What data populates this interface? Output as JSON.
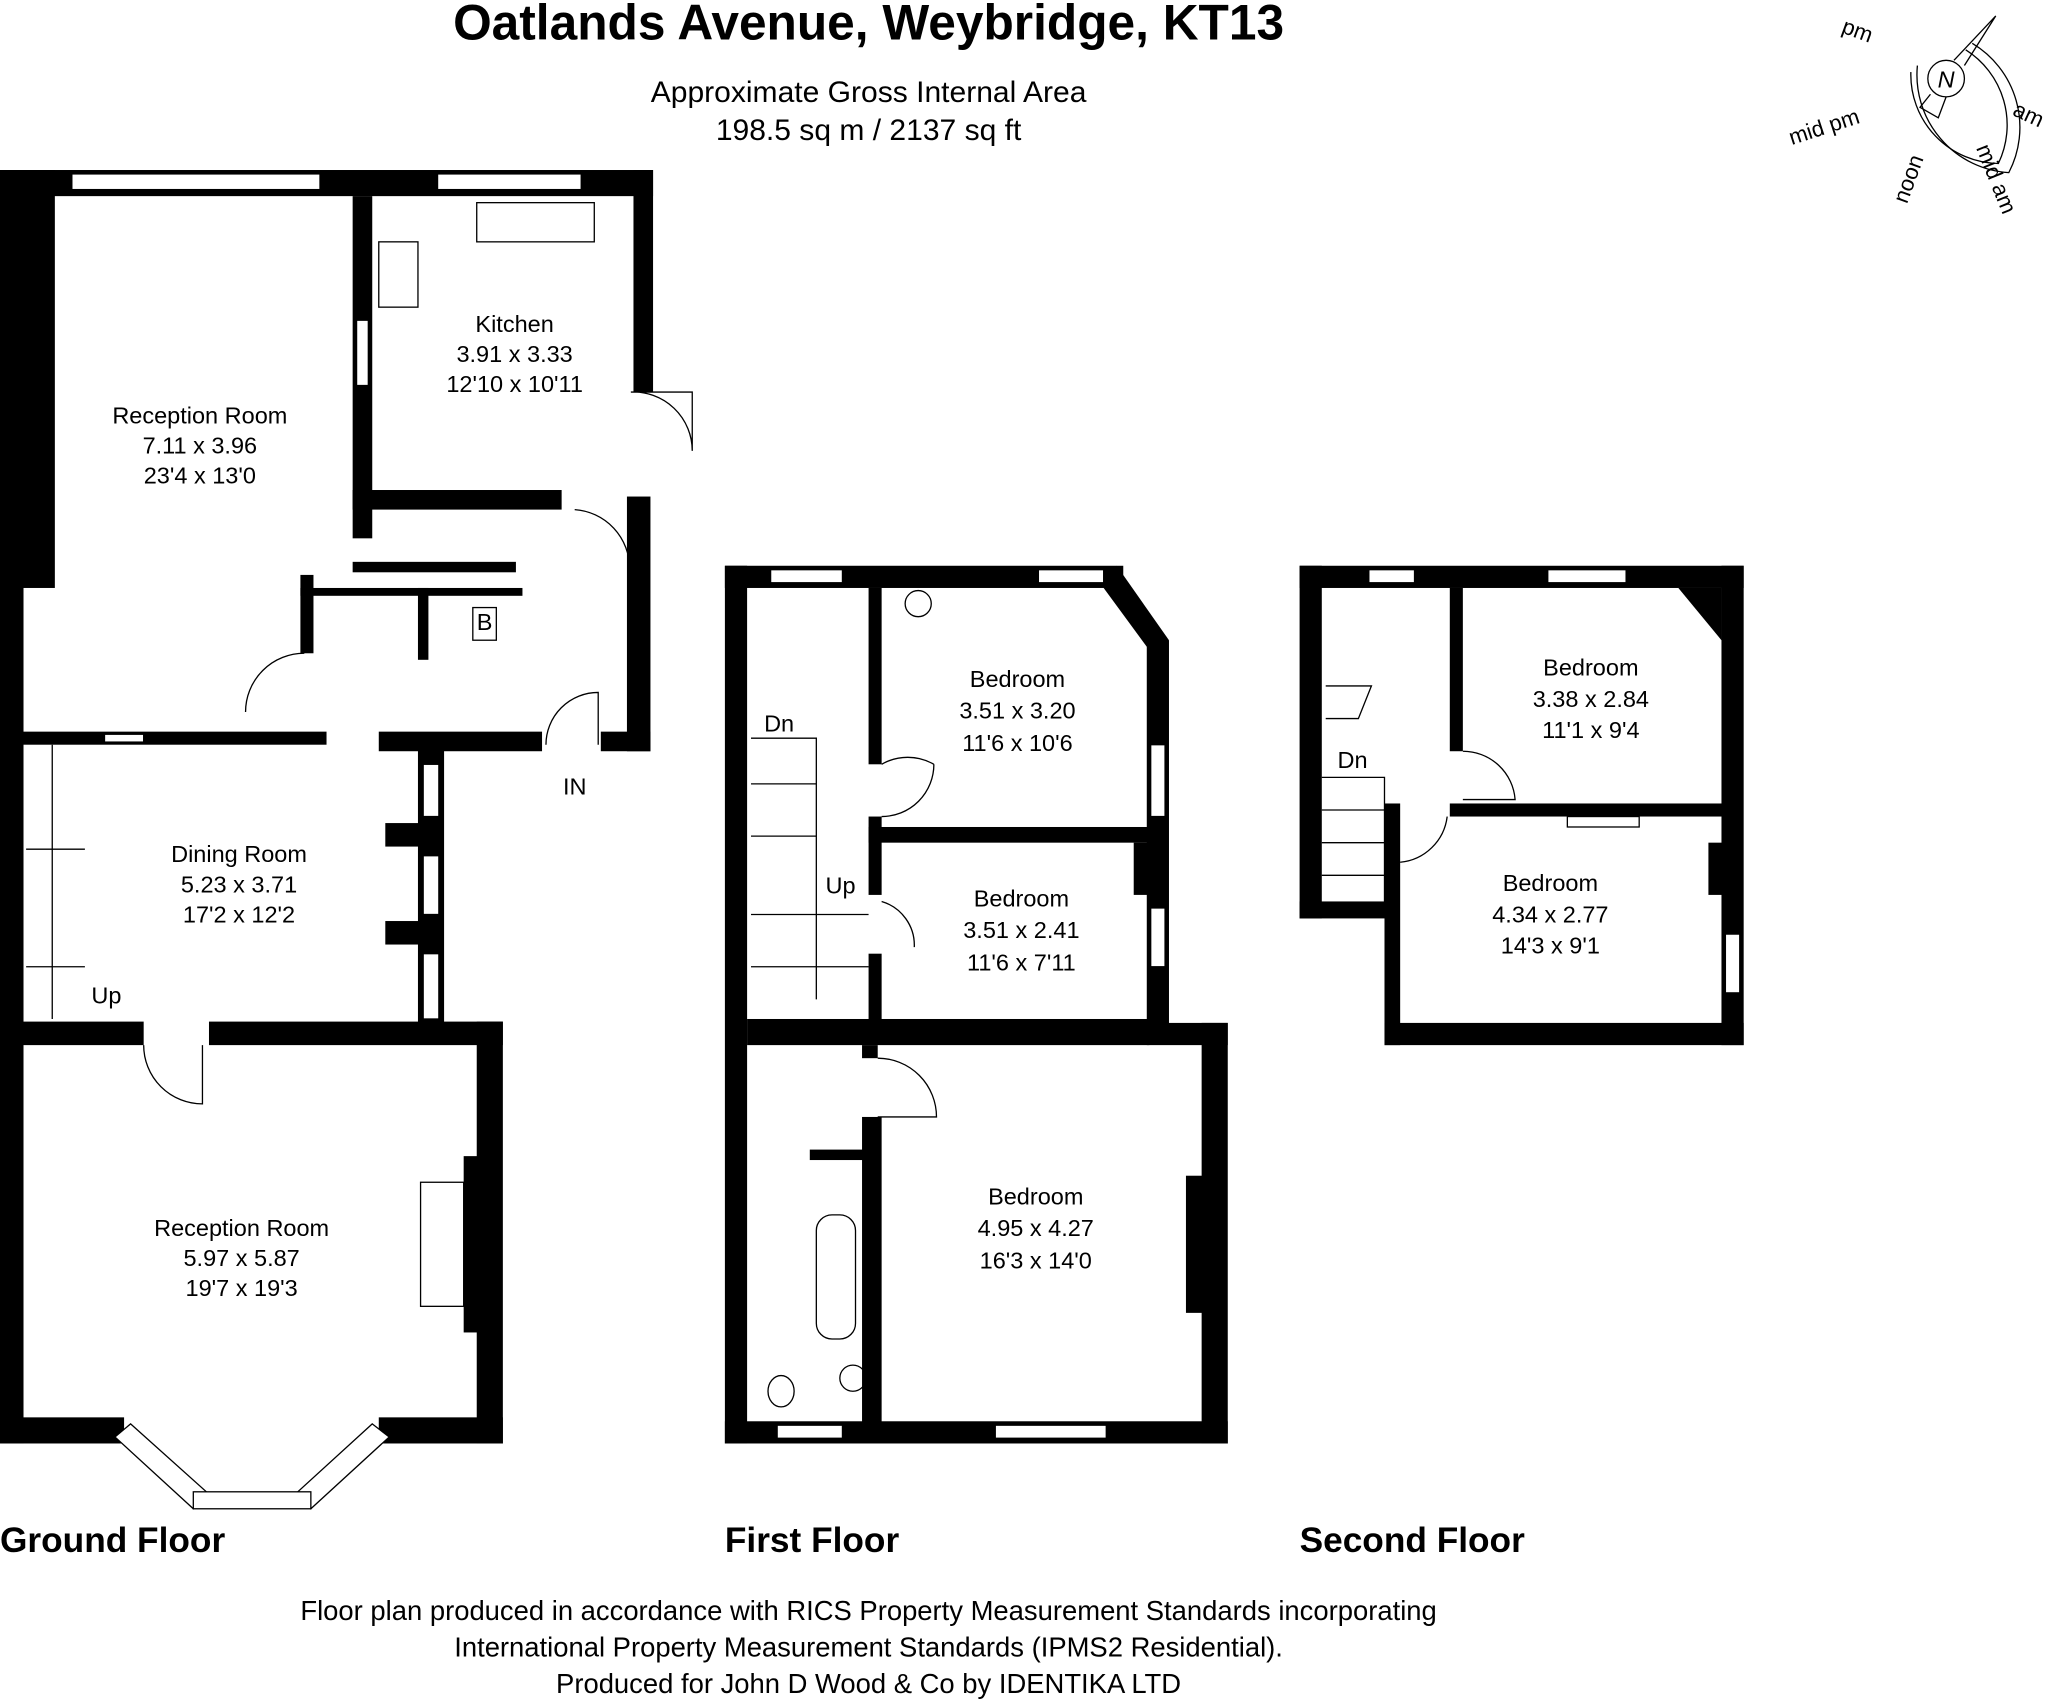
{
  "header": {
    "title": "Oatlands Avenue, Weybridge, KT13",
    "area_label": "Approximate Gross Internal Area",
    "area_value": "198.5 sq m / 2137 sq ft"
  },
  "compass": {
    "north": "N",
    "labels": [
      "pm",
      "mid pm",
      "noon",
      "mid am",
      "am"
    ]
  },
  "ground_floor": {
    "label": "Ground Floor",
    "rooms": [
      {
        "name": "Reception Room",
        "metric": "7.11 x 3.96",
        "imperial": "23'4 x 13'0"
      },
      {
        "name": "Kitchen",
        "metric": "3.91 x 3.33",
        "imperial": "12'10 x 10'11"
      },
      {
        "name": "Dining Room",
        "metric": "5.23 x 3.71",
        "imperial": "17'2 x 12'2"
      },
      {
        "name": "Reception Room",
        "metric": "5.97 x 5.87",
        "imperial": "19'7 x 19'3"
      }
    ],
    "marks": {
      "in": "IN",
      "up": "Up",
      "boiler": "B"
    }
  },
  "first_floor": {
    "label": "First Floor",
    "rooms": [
      {
        "name": "Bedroom",
        "metric": "3.51 x 3.20",
        "imperial": "11'6 x 10'6"
      },
      {
        "name": "Bedroom",
        "metric": "3.51 x 2.41",
        "imperial": "11'6 x 7'11"
      },
      {
        "name": "Bedroom",
        "metric": "4.95 x 4.27",
        "imperial": "16'3 x 14'0"
      }
    ],
    "marks": {
      "dn": "Dn",
      "up": "Up"
    }
  },
  "second_floor": {
    "label": "Second Floor",
    "rooms": [
      {
        "name": "Bedroom",
        "metric": "3.38 x 2.84",
        "imperial": "11'1 x 9'4"
      },
      {
        "name": "Bedroom",
        "metric": "4.34 x 2.77",
        "imperial": "14'3 x 9'1"
      }
    ],
    "marks": {
      "dn": "Dn"
    }
  },
  "footer": {
    "line1": "Floor plan produced in accordance with RICS Property Measurement Standards incorporating",
    "line2": "International Property Measurement Standards (IPMS2 Residential).",
    "line3": "Produced for John D Wood & Co by IDENTIKA LTD"
  }
}
